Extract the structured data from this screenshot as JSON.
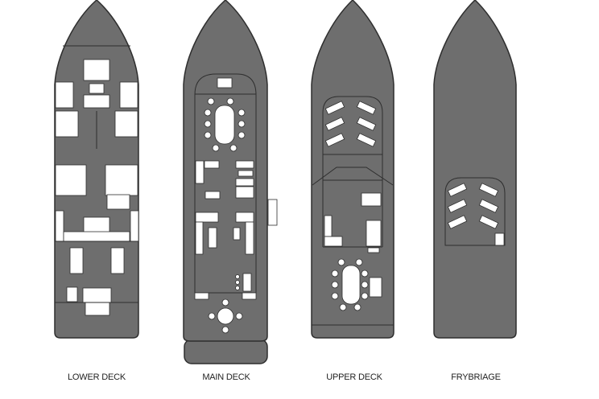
{
  "decks": [
    {
      "id": "lower",
      "label": "LOWER DECK"
    },
    {
      "id": "main",
      "label": "MAIN DECK"
    },
    {
      "id": "upper",
      "label": "UPPER DECK"
    },
    {
      "id": "flybridge",
      "label": "FRYBRIAGE"
    }
  ],
  "colors": {
    "hull": "#6e6e6e",
    "outline": "#2e2e2e",
    "furniture": "#ffffff"
  }
}
